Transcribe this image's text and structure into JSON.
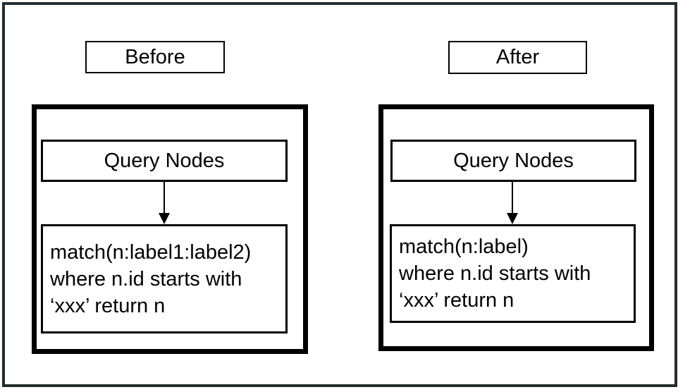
{
  "diagram": {
    "colors": {
      "frame": "#222e2e",
      "stroke": "#000000",
      "background": "#ffffff"
    },
    "panels": [
      {
        "title": "Before",
        "node_box_label": "Query Nodes",
        "query_lines": [
          "match(n:label1:label2)",
          "where n.id starts with",
          "‘xxx’ return n"
        ]
      },
      {
        "title": "After",
        "node_box_label": "Query Nodes",
        "query_lines": [
          "match(n:label)",
          "where n.id starts with",
          "‘xxx’ return n"
        ]
      }
    ]
  }
}
